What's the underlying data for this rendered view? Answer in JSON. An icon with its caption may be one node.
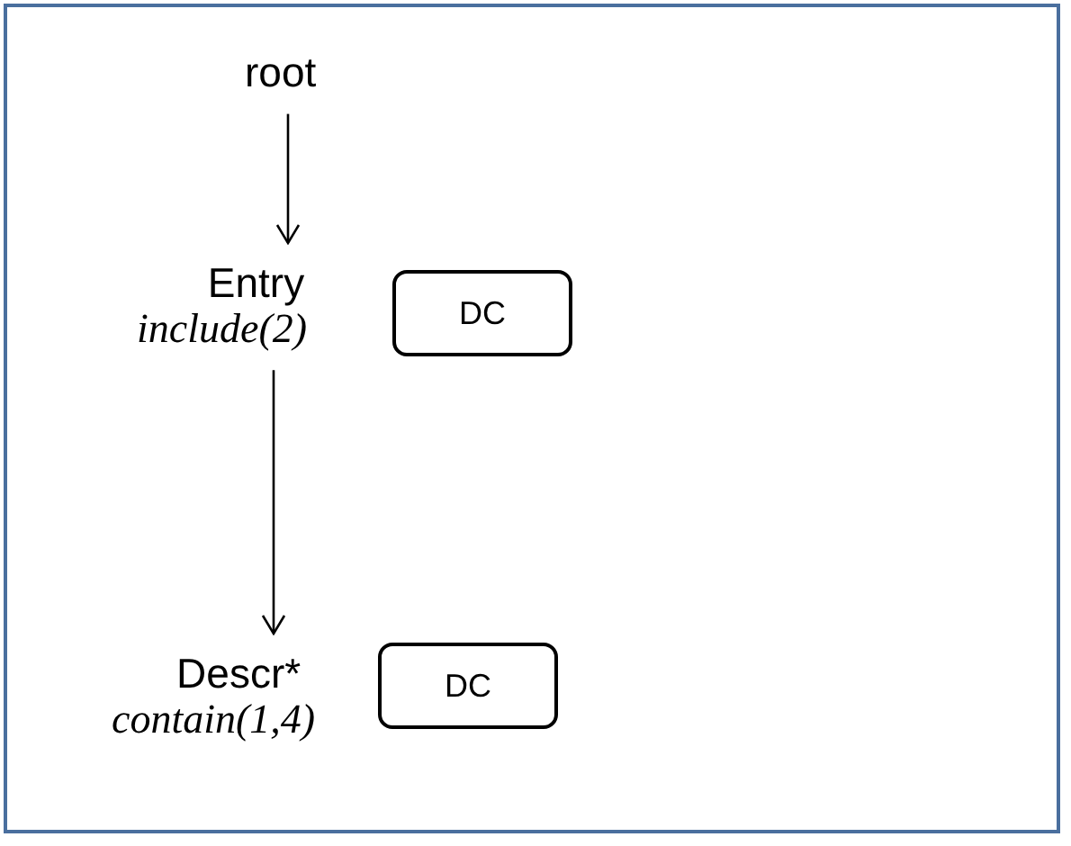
{
  "diagram": {
    "nodes": [
      {
        "text": [
          "root"
        ]
      },
      {
        "text": [
          "Entry"
        ],
        "beside": [
          "include(2)"
        ]
      },
      {
        "text": [
          "DC"
        ]
      },
      {
        "text": [
          "Descr*"
        ],
        "beside": [
          "contain(1,4)"
        ]
      },
      {
        "text": [
          "DC"
        ]
      }
    ],
    "edges": [
      {
        "from": 0,
        "to": 1,
        "arrow": "to"
      },
      {
        "from": 1,
        "to": 3,
        "arrow": "to"
      }
    ]
  }
}
